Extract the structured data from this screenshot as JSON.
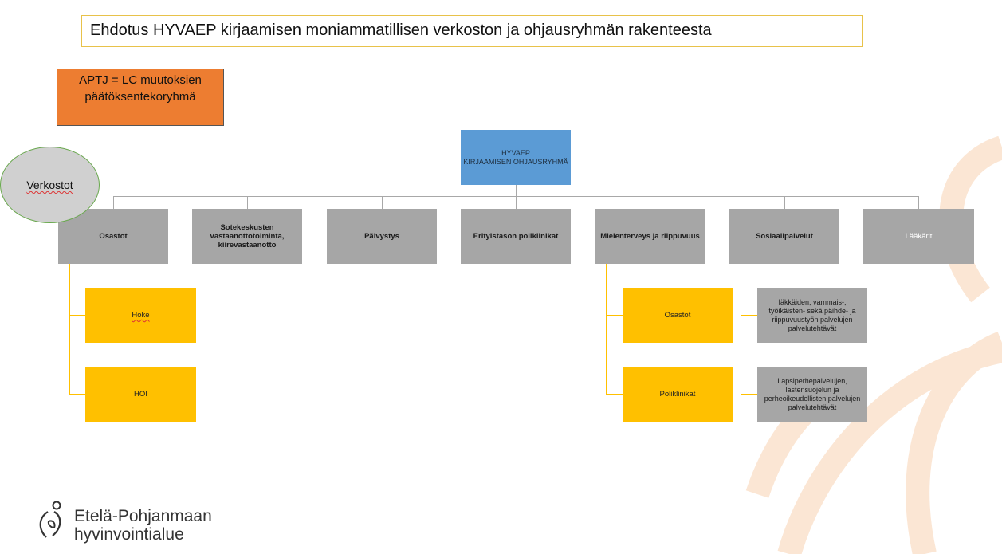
{
  "title": "Ehdotus HYVAEP kirjaamisen moniammatillisen verkoston ja ohjausryhmän rakenteesta",
  "aptj_box": "APTJ = LC muutoksien päätöksentekoryhmä",
  "network_label": "Verkostot",
  "root": {
    "line1": "HYVAEP",
    "line2": "KIRJAAMISEN  OHJAUSRYHMÄ"
  },
  "branches": [
    "Osastot",
    "Sotekeskusten vastaanottotoiminta, kiirevastaanotto",
    "Päivystys",
    "Erityistason poliklinikat",
    "Mielenterveys ja riippuvuus",
    "Sosiaalipalvelut",
    "Lääkärit"
  ],
  "osastot_children": [
    "Hoke",
    "HOI"
  ],
  "mielenterveys_children": [
    "Osastot",
    "Poliklinikat"
  ],
  "sosiaali_children": [
    "Iäkkäiden, vammais-, työikäisten- sekä päihde- ja riippuvuustyön palvelujen palvelutehtävät",
    "Lapsiperhepalvelujen, lastensuojelun ja perheoikeudellisten palvelujen palvelutehtävät"
  ],
  "logo": {
    "line1": "Etelä-Pohjanmaan",
    "line2": "hyvinvointialue"
  },
  "colors": {
    "root": "#5b9bd5",
    "branch": "#a6a6a6",
    "sub_yellow": "#ffc000",
    "aptj": "#ed7d31",
    "decoration": "#f9e2cf"
  }
}
